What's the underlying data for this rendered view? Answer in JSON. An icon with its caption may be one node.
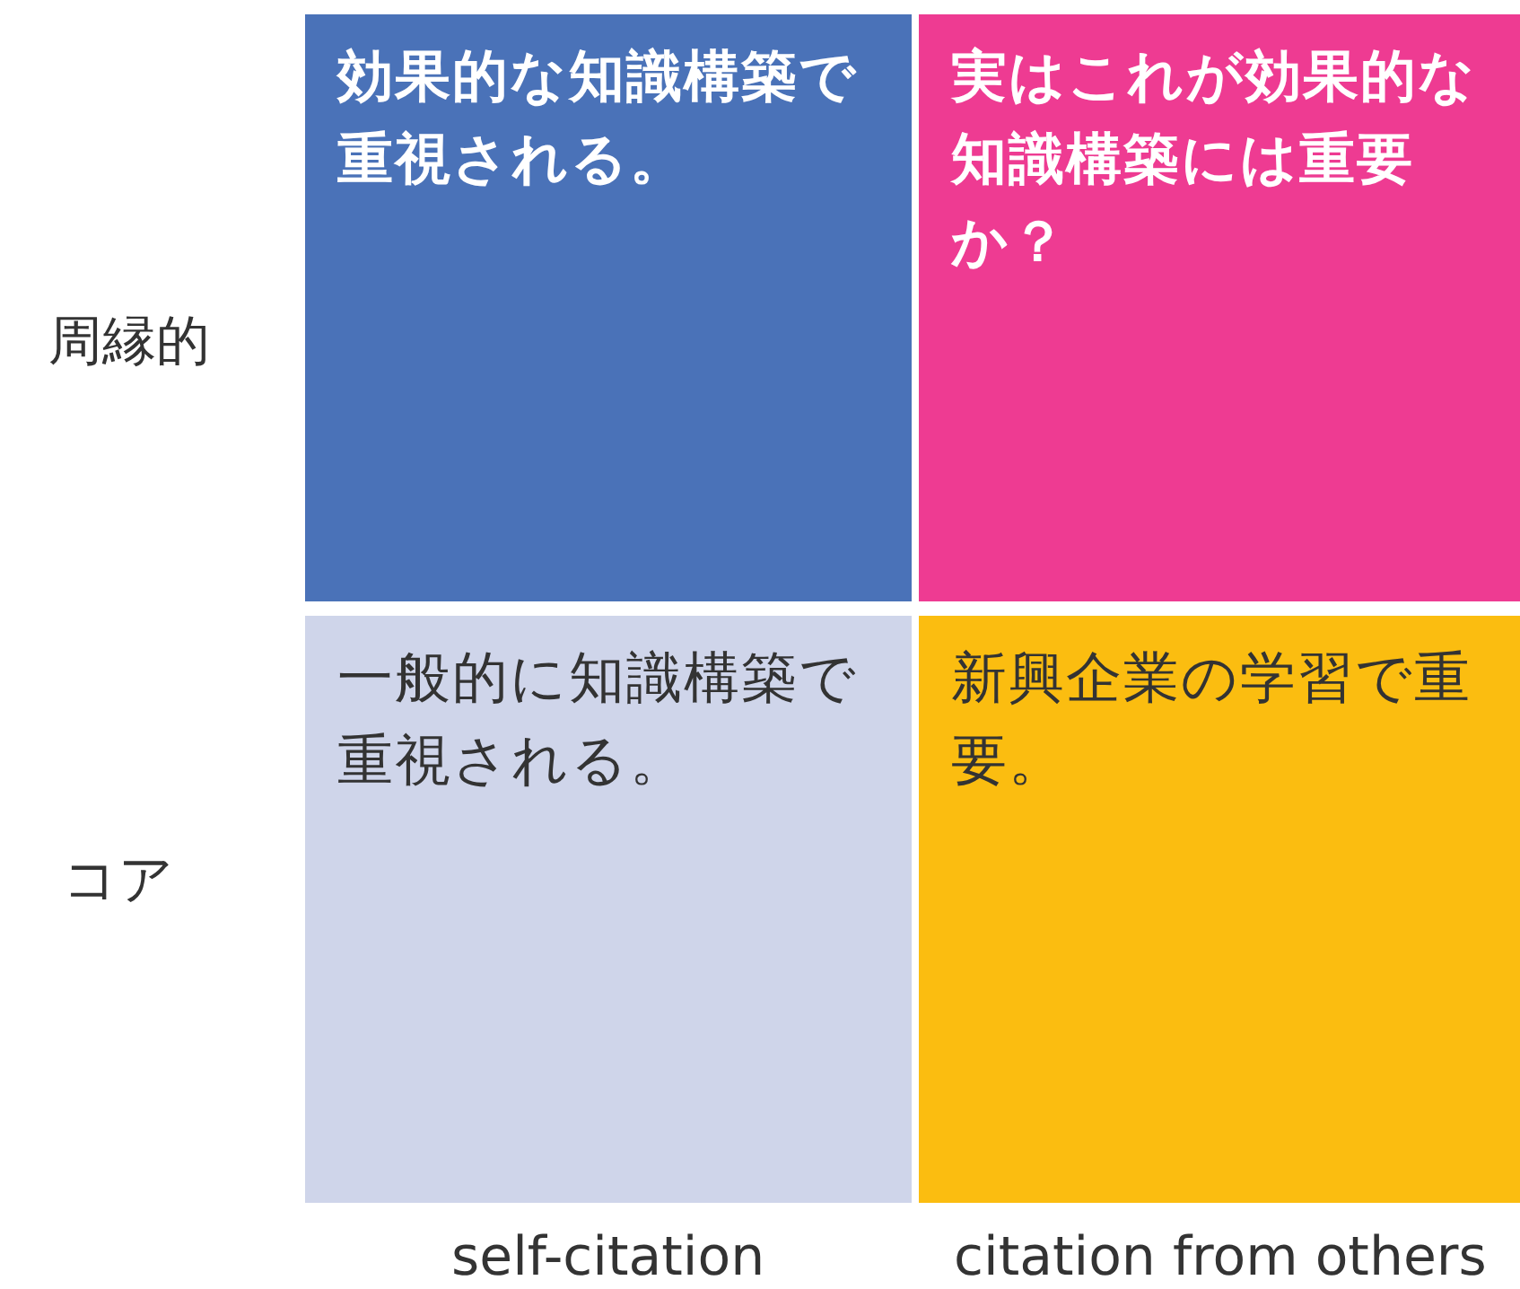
{
  "diagram": {
    "nodes": [
      {
        "text": [
          "効果的な知識構築で重視される。"
        ]
      },
      {
        "text": [
          "実はこれが効果的な知識構築には重要か？"
        ]
      },
      {
        "text": [
          "一般的に知識構築で重視される。"
        ]
      },
      {
        "text": [
          "新興企業の学習で重要。"
        ]
      }
    ],
    "labels": [
      "周縁的",
      "コア",
      "self-citation",
      "citation from others"
    ]
  }
}
